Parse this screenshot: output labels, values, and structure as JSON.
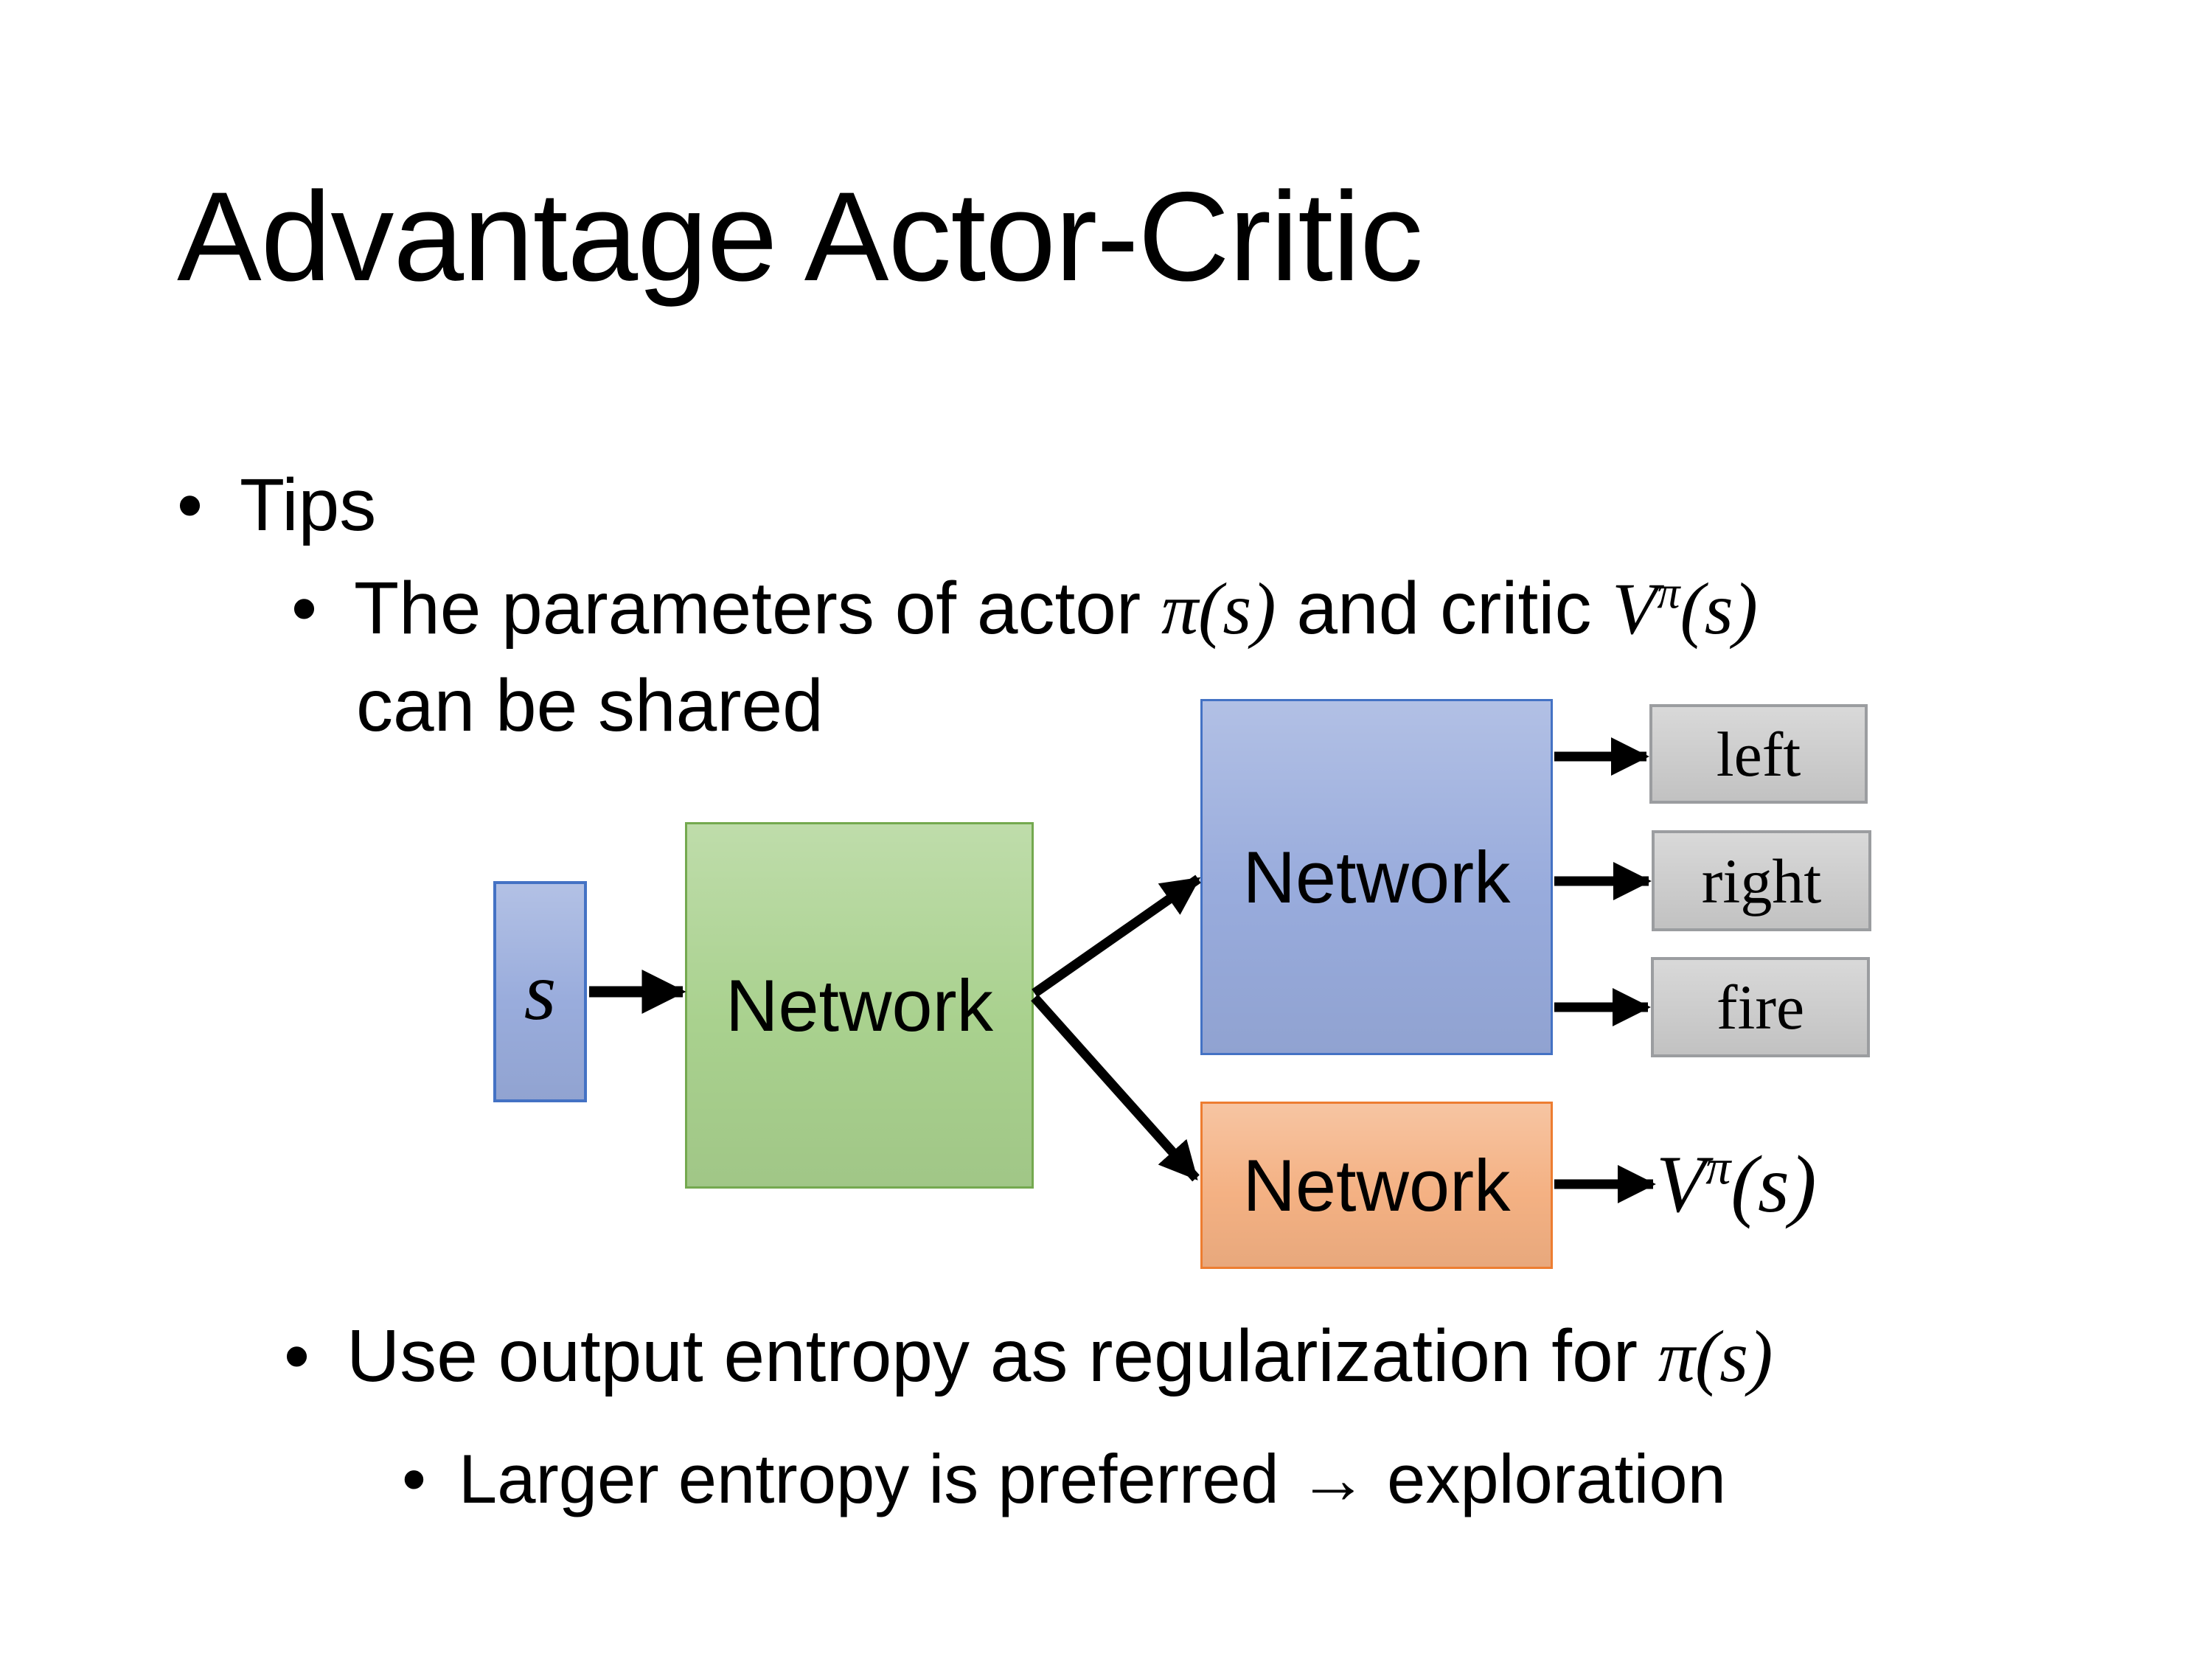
{
  "slide": {
    "title": "Advantage Actor-Critic",
    "bullet_char": "•"
  },
  "tips": {
    "heading": "Tips",
    "param_line": {
      "pre": "The parameters of actor ",
      "math1": "π(s)",
      "mid": "  and critic ",
      "v_base": "V",
      "v_sup": "π",
      "v_args": "(s)"
    },
    "param_line2": "can be shared",
    "entropy_line": {
      "pre": "Use output entropy as regularization for ",
      "math1": "π(s)"
    },
    "explore_line": "Larger entropy is preferred → exploration"
  },
  "diagram": {
    "input_label": "s",
    "shared_network_label": "Network",
    "actor_network_label": "Network",
    "critic_network_label": "Network",
    "actions": [
      "left",
      "right",
      "fire"
    ],
    "value_output": {
      "base": "V",
      "sup": "π",
      "args": "(s)"
    },
    "colors": {
      "state_fill": "#99ACDC",
      "state_border": "#4472C4",
      "shared_fill": "#A9D18E",
      "shared_border": "#74A94F",
      "actor_fill": "#98ABDC",
      "actor_border": "#4472C4",
      "critic_fill": "#F4B183",
      "critic_border": "#ED7D31",
      "action_fill": "#CCCCCC",
      "action_border": "#9B9DA0",
      "arrow": "#000000"
    }
  }
}
